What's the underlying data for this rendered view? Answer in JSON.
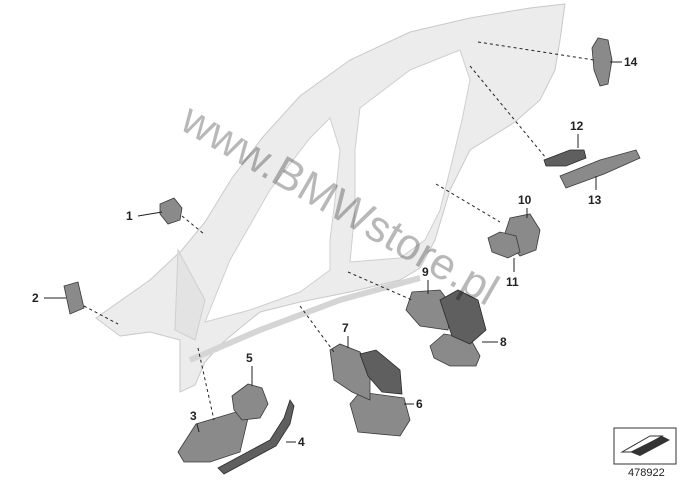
{
  "callouts": {
    "c1": "1",
    "c2": "2",
    "c3": "3",
    "c4": "4",
    "c5": "5",
    "c6": "6",
    "c7": "7",
    "c8": "8",
    "c9": "9",
    "c10": "10",
    "c11": "11",
    "c12": "12",
    "c13": "13",
    "c14": "14"
  },
  "watermark": "www.BMWstore.pl",
  "catalog_number": "478922",
  "colors": {
    "body": "#ececec",
    "part": "#8a8a8a",
    "line": "#222222"
  }
}
